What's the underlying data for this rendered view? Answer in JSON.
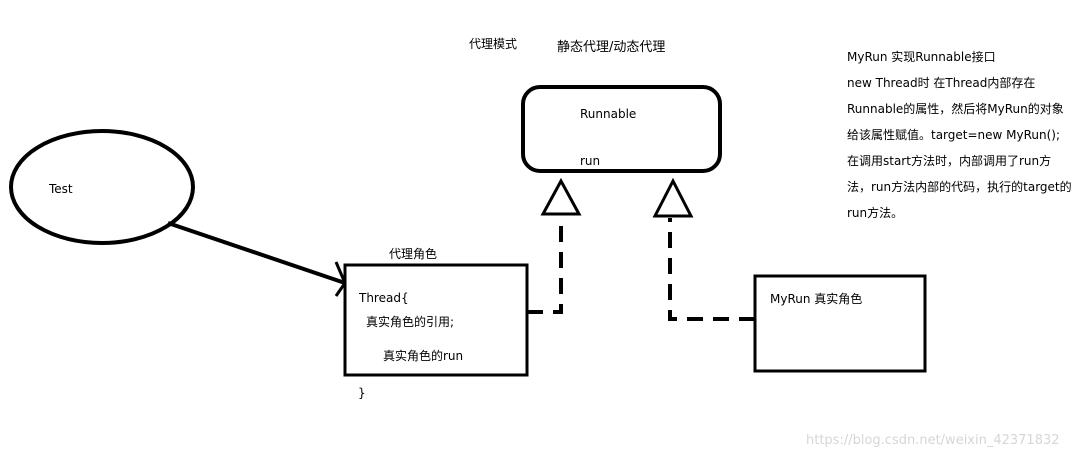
{
  "labels": {
    "proxy_pattern": "代理模式",
    "static_dynamic": "静态代理/动态代理",
    "proxy_role": "代理角色"
  },
  "test": {
    "label": "Test"
  },
  "runnable": {
    "name": "Runnable",
    "method": "run"
  },
  "thread": {
    "line1": "Thread{",
    "line2": "真实角色的引用;",
    "line3": "真实角色的run",
    "closing": "}"
  },
  "myrun": {
    "label": "MyRun 真实角色"
  },
  "notes": [
    "MyRun 实现Runnable接口",
    "new Thread时  在Thread内部存在",
    "Runnable的属性，然后将MyRun的对象",
    "给该属性赋值。target=new MyRun();",
    "在调用start方法时，内部调用了run方",
    "法，run方法内部的代码，执行的target的",
    "run方法。"
  ],
  "watermark": "https://blog.csdn.net/weixin_42371832"
}
